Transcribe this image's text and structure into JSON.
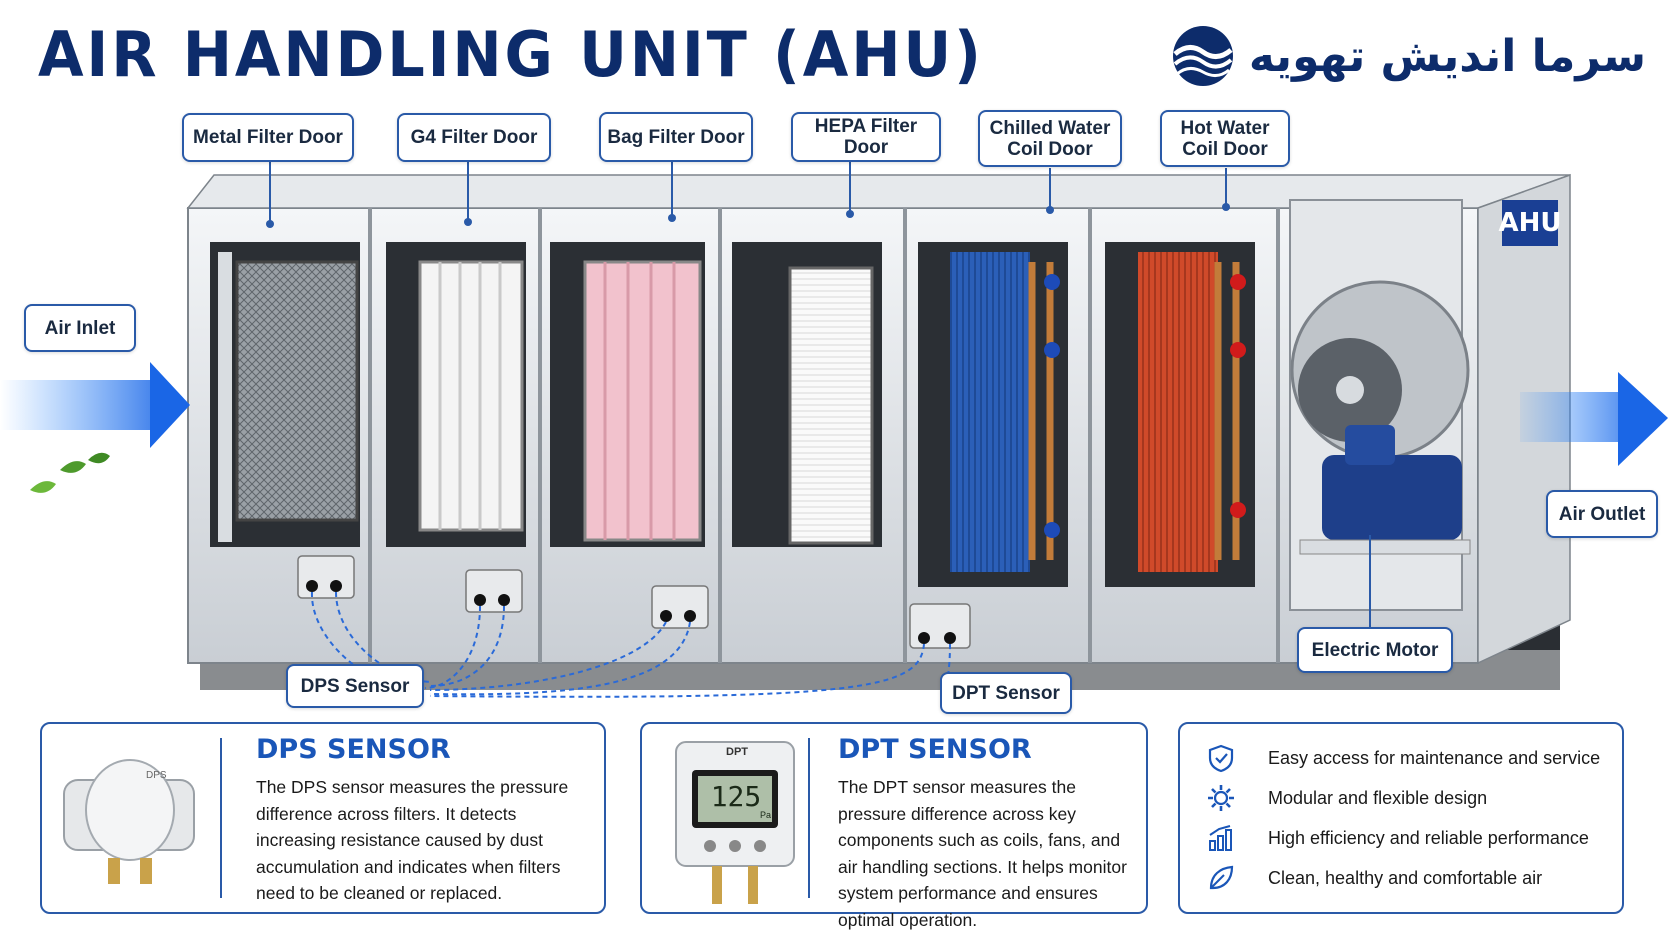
{
  "title": "AIR HANDLING UNIT (AHU)",
  "brand": {
    "name": "سرما اندیش تهویه",
    "logo_icon": "waves-logo-icon"
  },
  "unit_badge": "AHU",
  "callouts": {
    "metal_filter": "Metal Filter Door",
    "g4_filter": "G4 Filter Door",
    "bag_filter": "Bag Filter Door",
    "hepa_filter": "HEPA Filter Door",
    "chilled_coil": "Chilled Water\nCoil Door",
    "hot_coil": "Hot Water\nCoil Door",
    "air_inlet": "Air Inlet",
    "air_outlet": "Air Outlet",
    "electric_motor": "Electric Motor",
    "dps_sensor": "DPS Sensor",
    "dpt_sensor": "DPT Sensor"
  },
  "dps_panel": {
    "heading": "DPS SENSOR",
    "device_label": "DPS",
    "body": "The DPS sensor measures the pressure difference across filters. It detects increasing resistance caused by dust accumulation and indicates when filters need to be cleaned or replaced."
  },
  "dpt_panel": {
    "heading": "DPT SENSOR",
    "device_label": "DPT",
    "display_value": "125",
    "display_unit": "Pa",
    "body": "The DPT sensor measures the pressure difference across key components such as coils, fans, and air handling sections. It helps monitor system performance and ensures optimal operation."
  },
  "features": [
    {
      "icon": "shield-check-icon",
      "text": "Easy access for maintenance and service"
    },
    {
      "icon": "gear-icon",
      "text": "Modular and flexible design"
    },
    {
      "icon": "bar-chart-icon",
      "text": "High efficiency and reliable performance"
    },
    {
      "icon": "leaf-icon",
      "text": "Clean, healthy and comfortable air"
    }
  ],
  "colors": {
    "primary": "#0d2c6b",
    "accent": "#1a56b8",
    "border": "#2a5aa8",
    "chilled": "#1f4fa0",
    "hot": "#c0321f"
  }
}
